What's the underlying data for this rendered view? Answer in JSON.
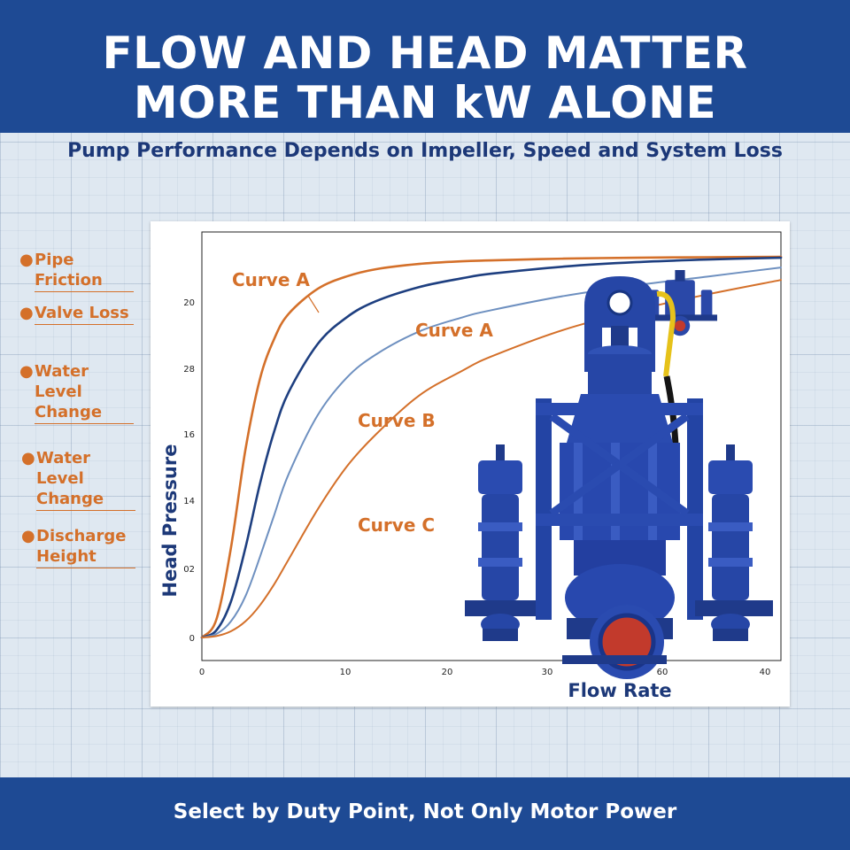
{
  "header": {
    "title_line1": "FLOW AND HEAD MATTER",
    "title_line2": "MORE THAN kW ALONE"
  },
  "subtitle": "Pump Performance Depends on Impeller, Speed and System Loss",
  "factors": [
    "Pipe Friction",
    "Valve Loss",
    "Water Level\nChange",
    "Water Level\nChange",
    "Discharge\nHeight"
  ],
  "footer": "Select by Duty Point, Not Only Motor Power",
  "colors": {
    "brand_blue": "#1e4a94",
    "accent_orange": "#d4702a",
    "curve_dark_blue": "#1e3f80",
    "curve_light_blue": "#6e90c0",
    "pump_blue": "#2a48a8"
  },
  "illustration": "submersible-pump-icon",
  "chart_data": {
    "type": "line",
    "xlabel": "Flow Rate",
    "ylabel": "Head Pressure",
    "x_ticks": [
      "0",
      "10",
      "20",
      "30",
      "60",
      "40"
    ],
    "y_ticks": [
      "0",
      "02",
      "14",
      "16",
      "28",
      "20"
    ],
    "xlim": [
      0,
      40
    ],
    "ylim": [
      0,
      22
    ],
    "grid": false,
    "x": [
      0,
      1,
      2,
      3,
      4,
      5,
      6,
      8,
      10,
      12,
      15,
      18,
      20,
      25,
      30,
      35,
      40
    ],
    "series": [
      {
        "name": "Curve A",
        "color": "#d4702a",
        "values": [
          0,
          1.0,
          5.0,
          10.5,
          14.5,
          16.8,
          18.2,
          19.6,
          20.3,
          20.7,
          21.0,
          21.15,
          21.2,
          21.3,
          21.35,
          21.38,
          21.4
        ]
      },
      {
        "name": "",
        "color": "#1e3f80",
        "values": [
          0,
          0.4,
          2.0,
          5.0,
          8.6,
          11.6,
          13.8,
          16.5,
          18.0,
          18.9,
          19.7,
          20.2,
          20.45,
          20.85,
          21.1,
          21.25,
          21.35
        ]
      },
      {
        "name": "Curve A",
        "color": "#6e90c0",
        "values": [
          0,
          0.2,
          0.9,
          2.3,
          4.5,
          6.9,
          9.2,
          12.5,
          14.6,
          15.9,
          17.2,
          18.0,
          18.4,
          19.2,
          19.8,
          20.3,
          20.8
        ]
      },
      {
        "name": "Curve B",
        "color": "#d4702a",
        "values": [
          0,
          0.08,
          0.35,
          0.9,
          1.8,
          3.0,
          4.4,
          7.2,
          9.6,
          11.4,
          13.6,
          15.0,
          15.8,
          17.3,
          18.4,
          19.3,
          20.1
        ]
      },
      {
        "name": "Curve C",
        "color": "#d4702a",
        "values": []
      }
    ]
  }
}
